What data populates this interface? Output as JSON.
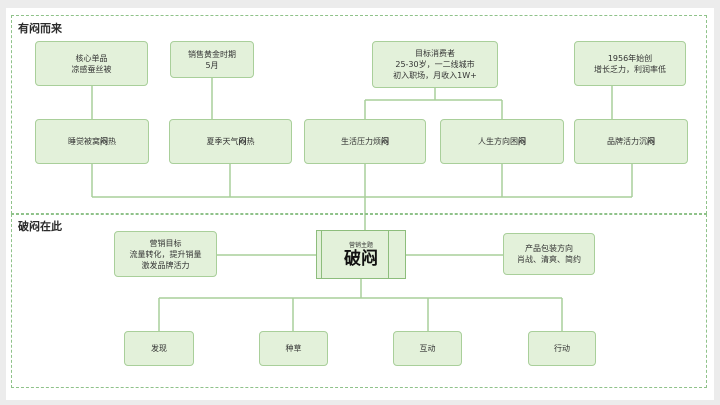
{
  "sections": {
    "top_label": "有闷而来",
    "bottom_label": "破闷在此"
  },
  "top_row": [
    "核心单品\n凉感蚕丝被",
    "销售黄金时期\n5月",
    "目标消费者\n25-30岁，一二线城市\n初入职场，月收入1W+",
    "1956年始创\n增长乏力，利润率低"
  ],
  "mid_row": [
    {
      "pre": "睡觉被窝",
      "bold": "闷",
      "post": "热"
    },
    {
      "pre": "夏季天气",
      "bold": "闷",
      "post": "热"
    },
    {
      "pre": "生活压力烦",
      "bold": "闷",
      "post": ""
    },
    {
      "pre": "人生方向困",
      "bold": "闷",
      "post": ""
    },
    {
      "pre": "品牌活力沉",
      "bold": "闷",
      "post": ""
    }
  ],
  "core": {
    "subtitle": "营销主题",
    "title": "破闷"
  },
  "left_goal": "营销目标\n流量转化，提升销量\n激发品牌活力",
  "right_pack": "产品包装方向\n肖战、清爽、简约",
  "bottom_row": [
    "发现",
    "种草",
    "互动",
    "行动"
  ],
  "colors": {
    "node_fill": "#e3f1da",
    "node_border": "#a9cf9a",
    "line": "#a9cf9a",
    "dash": "#8fc28a"
  }
}
